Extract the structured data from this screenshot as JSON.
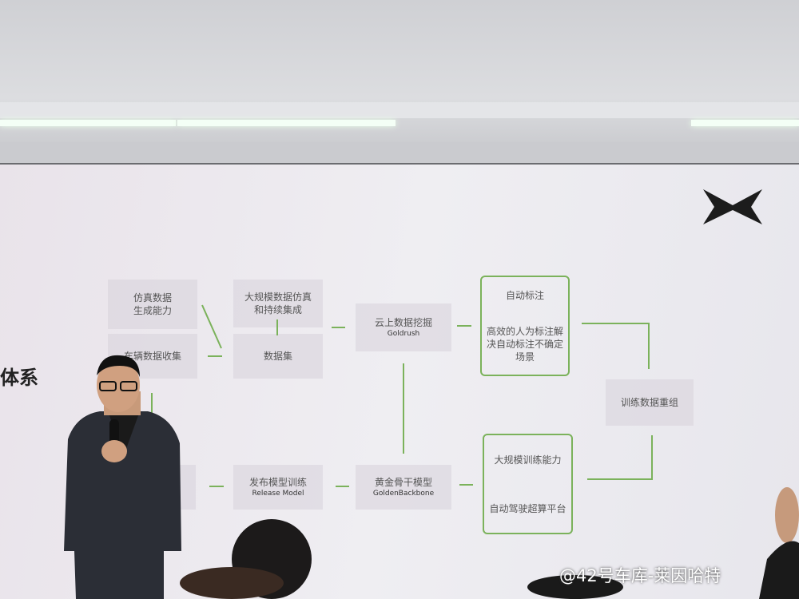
{
  "slide": {
    "title_fragment": "体系",
    "nodes": {
      "sim_data": "仿真数据生成能力",
      "vehicle_data": "车辆数据收集",
      "large_sim": "大规模数据仿真和持续集成",
      "dataset": "数据集",
      "cloud_mining": "云上数据挖掘",
      "cloud_mining_en": "Goldrush",
      "auto_label": "自动标注",
      "human_label": "高效的人为标注解决自动标注不确定场景",
      "data_regroup": "训练数据重组",
      "large_training": "大规模训练能力",
      "supercomputer": "自动驾驶超算平台",
      "golden_model": "黄金骨干模型",
      "golden_model_en": "GoldenBackbone",
      "release_model": "发布模型训练",
      "release_model_en": "Release Model"
    },
    "accent": "#7bb25b"
  },
  "watermark": "@42号车库-莱因哈特"
}
